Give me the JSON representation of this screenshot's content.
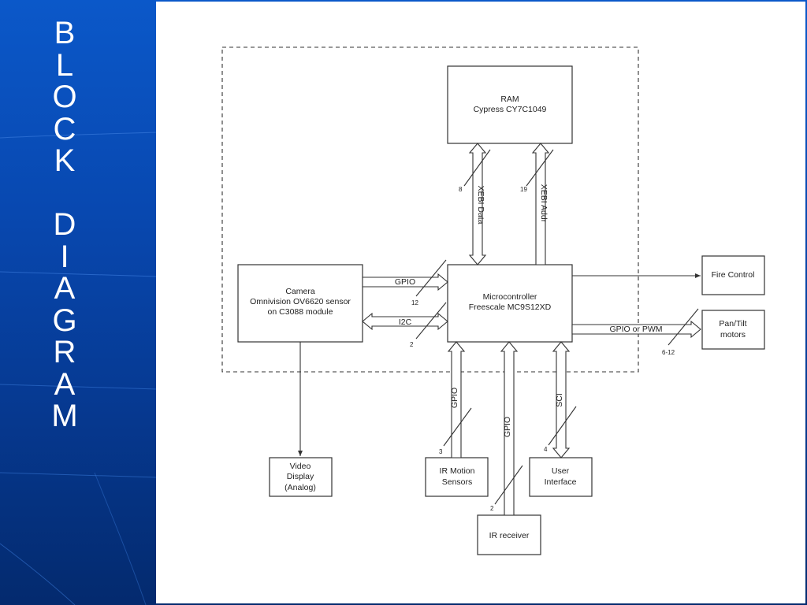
{
  "slide": {
    "title_letters_line1": [
      "B",
      "L",
      "O",
      "C",
      "K"
    ],
    "title_letters_line2": [
      "D",
      "I",
      "A",
      "G",
      "R",
      "A",
      "M"
    ]
  },
  "blocks": {
    "ram": [
      "RAM",
      "Cypress CY7C1049"
    ],
    "camera": [
      "Camera",
      "Omnivision OV6620 sensor",
      "on C3088 module"
    ],
    "micro": [
      "Microcontroller",
      "Freescale MC9S12XD"
    ],
    "fire": [
      "Fire Control"
    ],
    "pantilt": [
      "Pan/Tilt",
      "motors"
    ],
    "video": [
      "Video",
      "Display",
      "(Analog)"
    ],
    "irmotion": [
      "IR Motion",
      "Sensors"
    ],
    "ui": [
      "User",
      "Interface"
    ],
    "irrecv": [
      "IR receiver"
    ]
  },
  "links": {
    "xebi_data": {
      "label": "XEBI Data",
      "count": "8"
    },
    "xebi_addr": {
      "label": "XEBI Addr",
      "count": "19"
    },
    "cam_gpio": {
      "label": "GPIO",
      "count": "12"
    },
    "cam_i2c": {
      "label": "I2C",
      "count": "2"
    },
    "pwm": {
      "label": "GPIO or PWM",
      "count": "6-12"
    },
    "ir_gpio": {
      "label": "GPIO",
      "count": "3"
    },
    "recv_gpio": {
      "label": "GPIO",
      "count": "2"
    },
    "sci": {
      "label": "SCI",
      "count": "4"
    }
  }
}
